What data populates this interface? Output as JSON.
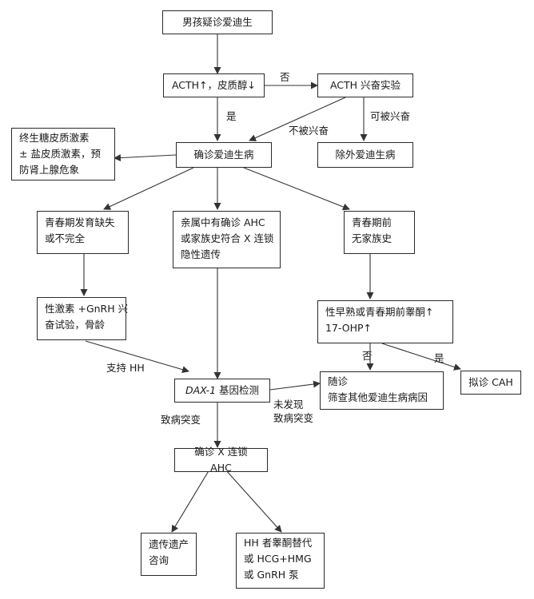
{
  "nodes": {
    "start": "男孩疑诊爱迪生",
    "acth": "ACTH↑，皮质醇↓",
    "stim": "ACTH 兴奋实验",
    "confirm": "确诊爱迪生病",
    "exclude": "除外爱迪生病",
    "treat": [
      "终生糖皮质激素",
      "± 盐皮质激素，预",
      "防肾上腺危象"
    ],
    "puberty_absent": [
      "青春期发育缺失",
      "或不完全"
    ],
    "family": [
      "亲属中有确诊 AHC",
      "或家族史符合 X 连锁",
      "隐性遗传"
    ],
    "prepubertal": [
      "青春期前",
      "无家族史"
    ],
    "sex_test": [
      "性激素 +GnRH 兴",
      "奋试验，骨龄"
    ],
    "precocious": [
      "性早熟或青春期前睾酮↑",
      "17-OHP↑"
    ],
    "dax_gene": "DAX-1",
    "dax_text": " 基因检测",
    "follow": [
      "随诊",
      "筛查其他爱迪生病病因"
    ],
    "cah": "拟诊 CAH",
    "confirm_x": "确诊 X 连锁 AHC",
    "genetic": [
      "遗传遗产",
      "咨询"
    ],
    "hh_treat": [
      "HH 者睾酮替代",
      "或 HCG+HMG",
      "或 GnRH 泵"
    ]
  },
  "labels": {
    "no1": "否",
    "yes1": "是",
    "not_stim": "不被兴奋",
    "can_stim": "可被兴奋",
    "support_hh": "支持 HH",
    "pathogenic": "致病突变",
    "no_mutation": [
      "未发现",
      "致病突变"
    ],
    "no2": "否",
    "yes2": "是"
  }
}
